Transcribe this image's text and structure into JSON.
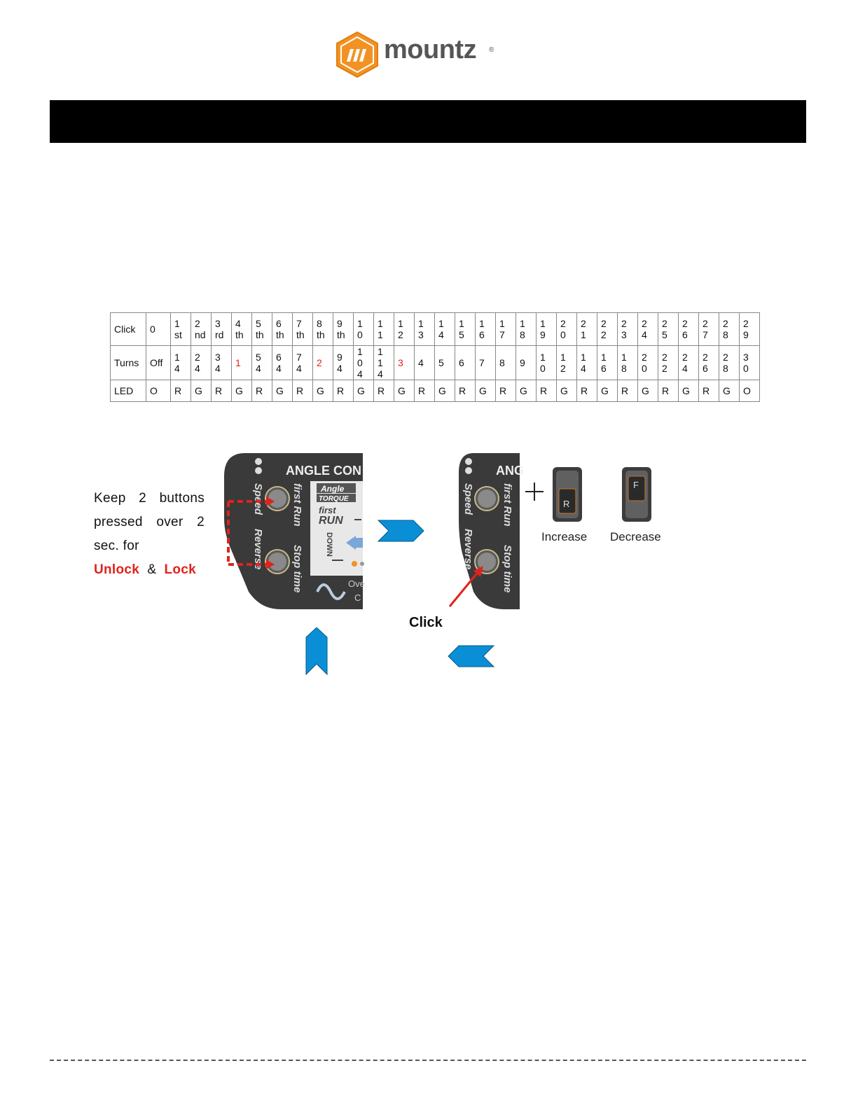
{
  "brand": {
    "name": "mountz",
    "registered": "®",
    "colors": {
      "hex": "#f29222",
      "text": "#555555"
    }
  },
  "table": {
    "rows": [
      {
        "header": "Click",
        "cells": [
          {
            "text": "0"
          },
          {
            "text": "1\nst"
          },
          {
            "text": "2\nnd"
          },
          {
            "text": "3\nrd"
          },
          {
            "text": "4\nth"
          },
          {
            "text": "5\nth"
          },
          {
            "text": "6\nth"
          },
          {
            "text": "7\nth"
          },
          {
            "text": "8\nth"
          },
          {
            "text": "9\nth"
          },
          {
            "text": "1\n0"
          },
          {
            "text": "1\n1"
          },
          {
            "text": "1\n2"
          },
          {
            "text": "1\n3"
          },
          {
            "text": "1\n4"
          },
          {
            "text": "1\n5"
          },
          {
            "text": "1\n6"
          },
          {
            "text": "1\n7"
          },
          {
            "text": "1\n8"
          },
          {
            "text": "1\n9"
          },
          {
            "text": "2\n0"
          },
          {
            "text": "2\n1"
          },
          {
            "text": "2\n2"
          },
          {
            "text": "2\n3"
          },
          {
            "text": "2\n4"
          },
          {
            "text": "2\n5"
          },
          {
            "text": "2\n6"
          },
          {
            "text": "2\n7"
          },
          {
            "text": "2\n8"
          },
          {
            "text": "2\n9"
          }
        ]
      },
      {
        "header": "Turns",
        "cells": [
          {
            "text": "Off"
          },
          {
            "text": "1\n4"
          },
          {
            "text": "2\n4"
          },
          {
            "text": "3\n4"
          },
          {
            "text": "1",
            "red": true
          },
          {
            "text": "5\n4"
          },
          {
            "text": "6\n4"
          },
          {
            "text": "7\n4"
          },
          {
            "text": "2",
            "red": true
          },
          {
            "text": "9\n4"
          },
          {
            "text": "1\n0\n 4"
          },
          {
            "text": "1\n1\n 4"
          },
          {
            "text": "3",
            "red": true
          },
          {
            "text": "4"
          },
          {
            "text": "5"
          },
          {
            "text": "6"
          },
          {
            "text": "7"
          },
          {
            "text": "8"
          },
          {
            "text": "9"
          },
          {
            "text": "1\n0"
          },
          {
            "text": "1\n2"
          },
          {
            "text": "1\n4"
          },
          {
            "text": "1\n6"
          },
          {
            "text": "1\n8"
          },
          {
            "text": "2\n0"
          },
          {
            "text": "2\n2"
          },
          {
            "text": "2\n4"
          },
          {
            "text": "2\n6"
          },
          {
            "text": "2\n8"
          },
          {
            "text": "3\n0"
          }
        ]
      },
      {
        "header": "LED",
        "cells": [
          {
            "text": "O"
          },
          {
            "text": "R"
          },
          {
            "text": "G"
          },
          {
            "text": "R"
          },
          {
            "text": "G"
          },
          {
            "text": "R"
          },
          {
            "text": "G"
          },
          {
            "text": "R"
          },
          {
            "text": "G"
          },
          {
            "text": "R"
          },
          {
            "text": "G"
          },
          {
            "text": "R"
          },
          {
            "text": "G"
          },
          {
            "text": "R"
          },
          {
            "text": "G"
          },
          {
            "text": "R"
          },
          {
            "text": "G"
          },
          {
            "text": "R"
          },
          {
            "text": "G"
          },
          {
            "text": "R"
          },
          {
            "text": "G"
          },
          {
            "text": "R"
          },
          {
            "text": "G"
          },
          {
            "text": "R"
          },
          {
            "text": "G"
          },
          {
            "text": "R"
          },
          {
            "text": "G"
          },
          {
            "text": "R"
          },
          {
            "text": "G"
          },
          {
            "text": "O"
          }
        ]
      }
    ]
  },
  "figure": {
    "instruction": {
      "line1": "Keep 2 buttons",
      "line2": "pressed over 2",
      "line3": "sec. for",
      "unlock": "Unlock",
      "amp": "&",
      "lock": "Lock"
    },
    "panel": {
      "title_left": "ANGLE CON",
      "title_right": "ANG",
      "label_speed": "Speed",
      "label_first_run": "first Run",
      "label_reverse": "Reverse",
      "label_stop_time": "Stop time",
      "screen_angle": "Angle",
      "screen_torque": "TORQUE",
      "screen_first": "first",
      "screen_run": "RUN",
      "screen_down": "DOWN",
      "screen_ove": "Ove",
      "screen_c": "C"
    },
    "switch_increase": "Increase",
    "switch_decrease": "Decrease",
    "switch_r": "R",
    "switch_f": "F",
    "click_label": "Click",
    "colors": {
      "arrow": "#0a8fd6",
      "red": "#e0231c",
      "panel": "#3a3a3a"
    },
    "icons": [
      "plus-icon",
      "chevron-right-arrow",
      "chevron-up-arrow",
      "chevron-left-arrow"
    ]
  }
}
